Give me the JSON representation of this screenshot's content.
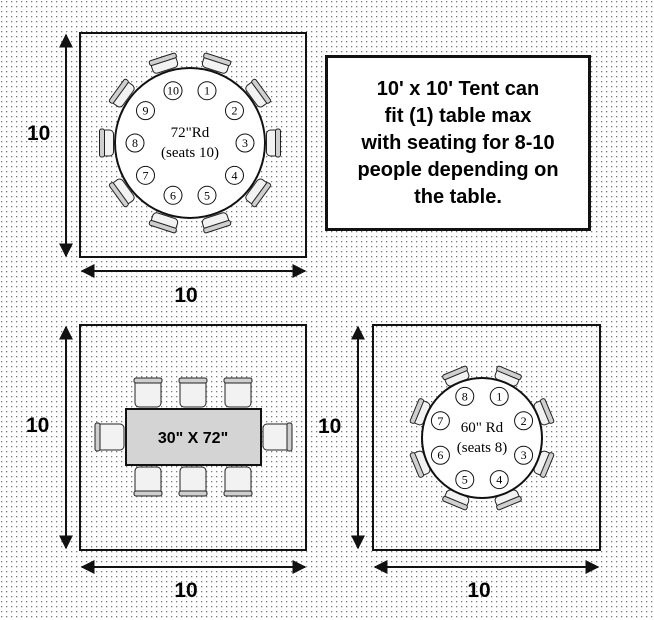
{
  "colors": {
    "background": "#ffffff",
    "grid_dot": "#7a7a7a",
    "outline": "#111111",
    "rect_table_fill": "#d4d4d4"
  },
  "info_box": {
    "lines": [
      "10' x 10' Tent can",
      "fit (1) table max",
      "with seating for 8-10",
      "people depending on",
      "the table."
    ]
  },
  "tents": [
    {
      "width_label": "10",
      "height_label": "10"
    },
    {
      "width_label": "10",
      "height_label": "10"
    },
    {
      "width_label": "10",
      "height_label": "10"
    }
  ],
  "round_72": {
    "size_label": "72\"Rd",
    "seats_label": "(seats 10)",
    "seat_numbers": [
      "1",
      "2",
      "3",
      "4",
      "5",
      "6",
      "7",
      "8",
      "9",
      "10"
    ]
  },
  "rect_table": {
    "label": "30\" X 72\""
  },
  "round_60": {
    "size_label": "60\" Rd",
    "seats_label": "(seats 8)",
    "seat_numbers": [
      "1",
      "2",
      "3",
      "4",
      "5",
      "6",
      "7",
      "8"
    ]
  }
}
